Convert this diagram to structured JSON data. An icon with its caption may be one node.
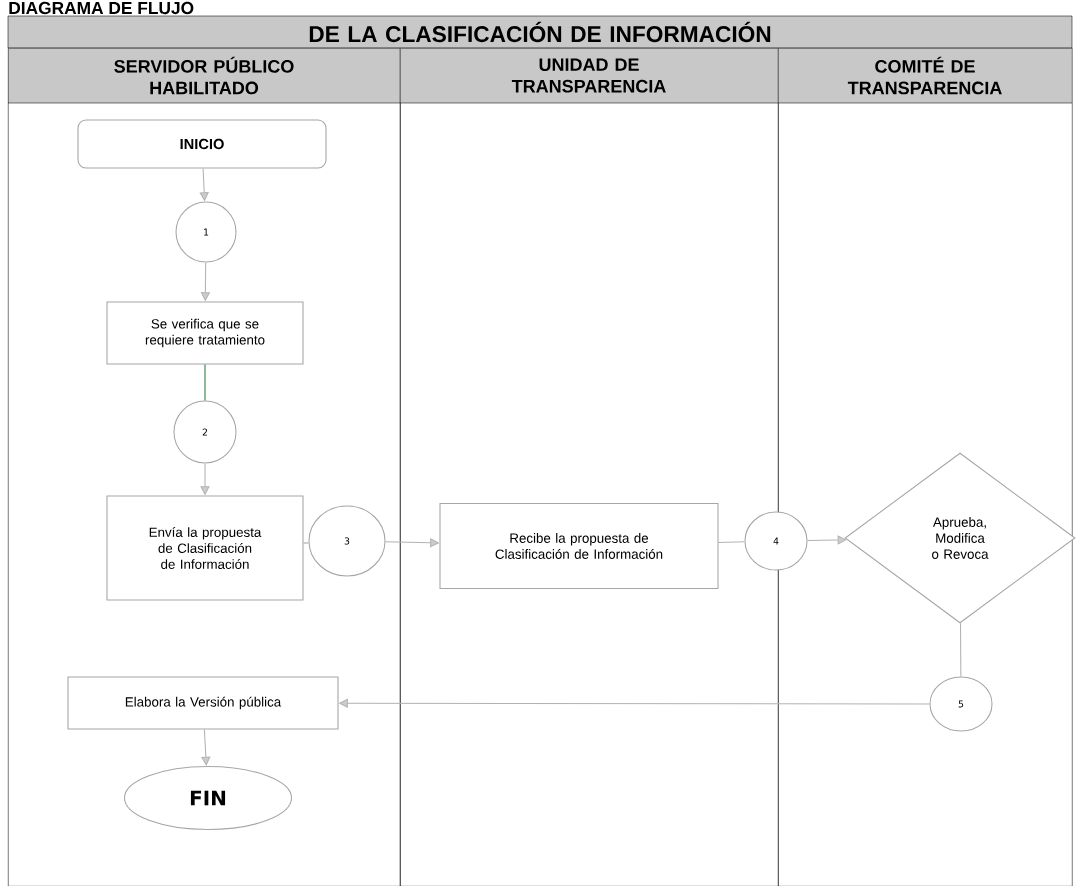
{
  "diagram": {
    "title": "DIAGRAMA DE FLUJO",
    "nodes": [
      {
        "text": [
          "DE LA CLASIFICACIÓN DE INFORMACIÓN"
        ]
      },
      {
        "text": [
          "SERVIDOR PÚBLICO HABILITADO"
        ]
      },
      {
        "text": [
          "UNIDAD DE TRANSPARENCIA"
        ]
      },
      {
        "text": [
          "COMITÉ DE TRANSPARENCIA"
        ]
      },
      {
        "text": [
          "INICIO"
        ],
        "in": 1
      },
      {
        "text": [
          "1"
        ],
        "in": 1
      },
      {
        "text": [
          "Se verifica que se requiere tratamiento"
        ],
        "in": 1
      },
      {
        "text": [
          "2"
        ],
        "in": 1
      },
      {
        "text": [
          "Envía la propuesta de Clasificación de Información"
        ],
        "in": 1
      },
      {
        "text": [
          "3"
        ],
        "in": 1
      },
      {
        "text": [
          "Recibe la propuesta de Clasificación de Información"
        ],
        "in": 2
      },
      {
        "text": [
          "4"
        ]
      },
      {
        "text": [
          "Aprueba, Modifica o Revoca"
        ],
        "in": 3
      },
      {
        "text": [
          "5"
        ],
        "in": 3
      },
      {
        "text": [
          "Elabora la Versión pública"
        ],
        "in": 1
      },
      {
        "text": [
          "FIN"
        ],
        "in": 1
      }
    ],
    "edges": [
      {
        "from": 4,
        "to": 5,
        "arrow": "to"
      },
      {
        "from": 5,
        "to": 6,
        "arrow": "to"
      },
      {
        "from": 6,
        "to": 7,
        "arrow": "none",
        "color": "#2e7d32"
      },
      {
        "from": 7,
        "to": 8,
        "arrow": "to"
      },
      {
        "from": 8,
        "to": 9,
        "arrow": "none"
      },
      {
        "from": 9,
        "to": 10,
        "arrow": "to"
      },
      {
        "from": 10,
        "to": 11,
        "arrow": "none"
      },
      {
        "from": 11,
        "to": 12,
        "arrow": "to"
      },
      {
        "from": 12,
        "to": 13,
        "arrow": "none"
      },
      {
        "from": 13,
        "to": 14,
        "arrow": "to"
      },
      {
        "from": 14,
        "to": 15,
        "arrow": "to"
      }
    ]
  }
}
